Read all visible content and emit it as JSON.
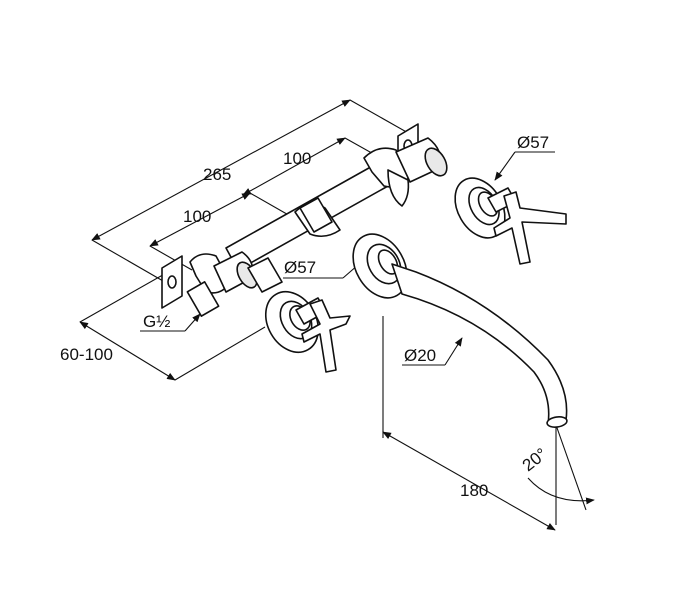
{
  "dimensions": {
    "overall_width": "265",
    "centre_spacing_left": "100",
    "centre_spacing_right": "100",
    "rosette_right": "Ø57",
    "rosette_centre": "Ø57",
    "spout_diameter": "Ø20",
    "connection_thread": "G½",
    "wall_depth": "60-100",
    "spout_projection": "180",
    "spout_angle": "20°"
  },
  "colors": {
    "line": "#111111",
    "shade": "#e9e9e9",
    "background": "#ffffff"
  }
}
